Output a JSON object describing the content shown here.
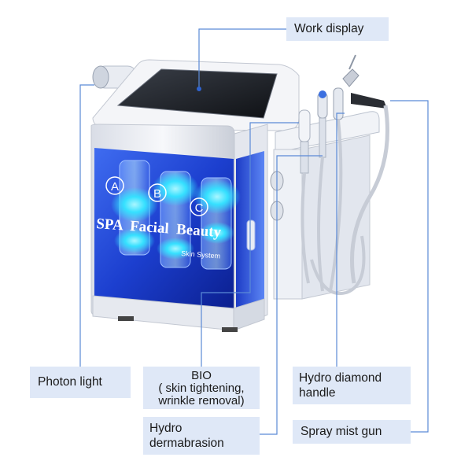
{
  "labels": {
    "work_display": "Work display",
    "photon_light": "Photon light",
    "bio_line1": "BIO",
    "bio_line2": "( skin tightening,",
    "bio_line3": "wrinkle removal)",
    "hydro_diamond_line1": "Hydro diamond",
    "hydro_diamond_line2": "handle",
    "hydro_derm_line1": "Hydro",
    "hydro_derm_line2": "dermabrasion",
    "spray_mist_gun": "Spray mist gun"
  },
  "machine_text": {
    "bottle_a": "A",
    "bottle_b": "B",
    "bottle_c": "C",
    "brand": "SPA  Facial  Beauty",
    "subtitle": "Skin System"
  },
  "colors": {
    "label_bg": "#dfe8f7",
    "leader_line": "#5b8ad6",
    "panel_blue": "#1a3fd0",
    "glow_cyan": "#35e0ff"
  }
}
